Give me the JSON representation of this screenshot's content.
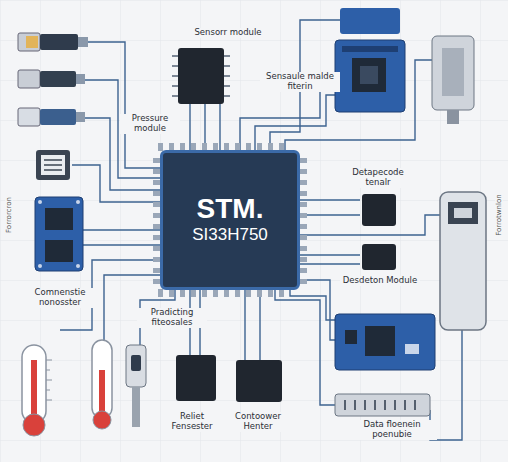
{
  "diagram": {
    "nodes": [
      {
        "text": [
          "STM.",
          "SI33H750"
        ]
      }
    ],
    "labels": [
      "Sensorr module",
      "Sensaule malde fiterin",
      "Pressure module",
      "Detapecode tenalr",
      "Desdeton Module",
      "Comnenstie nonosster",
      "Pradicting fiteosales",
      "Reliet Fensester",
      "Contoower Henter",
      "Data floenein poenubie",
      "Forrorcron",
      "Forrotwnlon"
    ]
  }
}
